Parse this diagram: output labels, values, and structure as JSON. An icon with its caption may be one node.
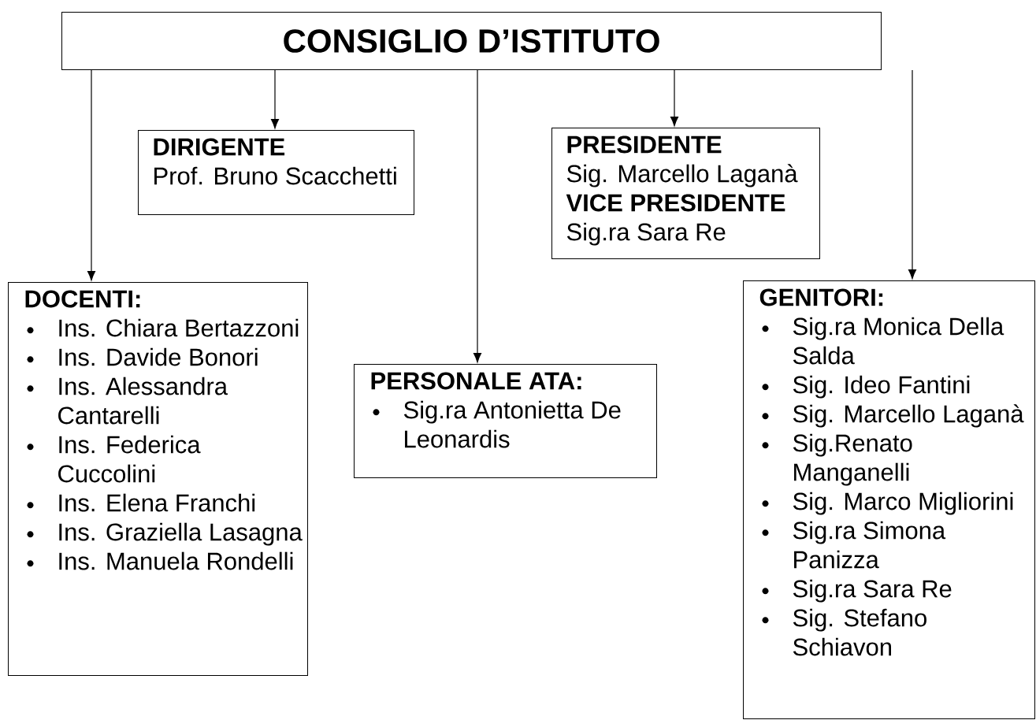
{
  "diagram": {
    "nodes": [
      {
        "text": [
          "CONSIGLIO D’ISTITUTO"
        ]
      },
      {
        "text": [
          "DIRIGENTE",
          "Prof. Bruno Scacchetti"
        ]
      },
      {
        "text": [
          "PRESIDENTE",
          "Sig. Marcello Laganà",
          "VICE PRESIDENTE",
          "Sig.ra Sara Re"
        ]
      },
      {
        "text": [
          "DOCENTI:",
          "Ins. Chiara Bertazzoni",
          "Ins. Davide Bonori",
          "Ins. Alessandra Cantarelli",
          "Ins. Federica Cuccolini",
          "Ins. Elena Franchi",
          "Ins. Graziella Lasagna",
          "Ins. Manuela Rondelli"
        ]
      },
      {
        "text": [
          "PERSONALE ATA:",
          "Sig.ra  Antonietta De Leonardis"
        ]
      },
      {
        "text": [
          "GENITORI:",
          "Sig.ra Monica Della Salda",
          "Sig. Ideo Fantini",
          "Sig. Marcello Laganà",
          "Sig.Renato Manganelli",
          "Sig. Marco Migliorini",
          "Sig.ra Simona Panizza",
          "Sig.ra Sara Re",
          "Sig. Stefano Schiavon"
        ]
      }
    ],
    "edges": [
      {
        "from": 0,
        "to": 3,
        "arrow": "to"
      },
      {
        "from": 0,
        "to": 1,
        "arrow": "to"
      },
      {
        "from": 0,
        "to": 4,
        "arrow": "to"
      },
      {
        "from": 0,
        "to": 2,
        "arrow": "to"
      },
      {
        "from": 0,
        "to": 5,
        "arrow": "to"
      }
    ]
  }
}
